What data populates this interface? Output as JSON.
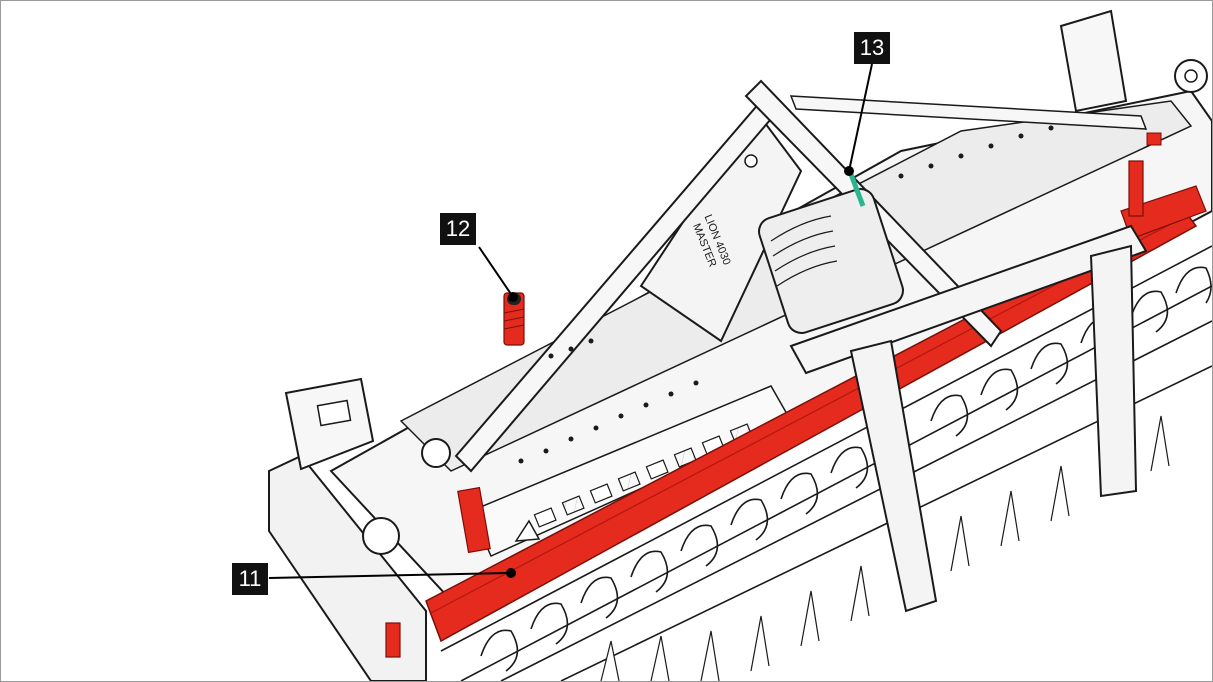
{
  "diagram": {
    "callouts": [
      {
        "id": "11",
        "label": "11"
      },
      {
        "id": "12",
        "label": "12"
      },
      {
        "id": "13",
        "label": "13"
      }
    ],
    "machine_label": {
      "line1": "LION 4030",
      "line2": "MASTER"
    },
    "colors": {
      "accent_red": "#e52a1e",
      "line": "#1a1a1a",
      "frame_fill": "#f4f4f4",
      "hose_green": "#2bb58f",
      "callout_bg": "#111111"
    }
  }
}
